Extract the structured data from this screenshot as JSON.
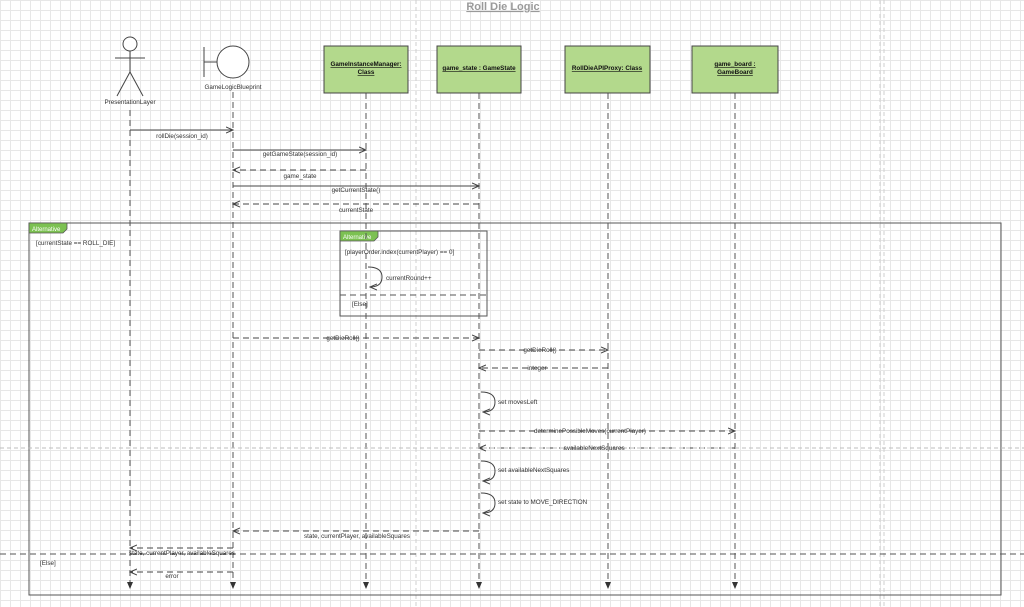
{
  "title": "Roll Die Logic",
  "actors": {
    "presentation": "PresentationLayer",
    "logic": "GameLogicBlueprint",
    "instance_manager": [
      "GameInstanceManager:",
      "Class"
    ],
    "game_state": [
      "game_state : GameState"
    ],
    "proxy": [
      "RollDieAPIProxy: Class"
    ],
    "board": [
      "game_board :",
      "GameBoard"
    ]
  },
  "messages": {
    "rollDie": "rollDie(session_id)",
    "getGameState": "getGameState(session_id)",
    "game_state_ret": "game_state",
    "getCurrentState": "getCurrentState()",
    "currentState_ret": "currentState",
    "currentRound": "currentRound++",
    "getDieRoll_1": "getDieRoll()",
    "getDieRoll_2": "getDieRoll()",
    "integer": "integer",
    "setMovesLeft": "set movesLeft",
    "determineMoves": "determinePossibleMoves(currentPlayer)",
    "availableNext": "availableNextSquares",
    "setAvailable": "set availableNextSquares",
    "setState": "set state to MOVE_DIRECTION",
    "stateReturn1": "state, currentPlayer, availableSquares",
    "stateReturn2": "state, currentPlayer, availableSquares",
    "error": "error"
  },
  "outer_frame": {
    "tag": "Alternative",
    "condition": "[currentState == ROLL_DIE]",
    "else": "[Else]"
  },
  "inner_frame": {
    "tag": "Alternative",
    "condition": "[playerOrder.index(currentPlayer) == 0]",
    "else": "[Else]"
  },
  "colors": {
    "lifeline_box": "#b3d98c",
    "frame_tag": "#7cc152",
    "line": "#555555"
  }
}
